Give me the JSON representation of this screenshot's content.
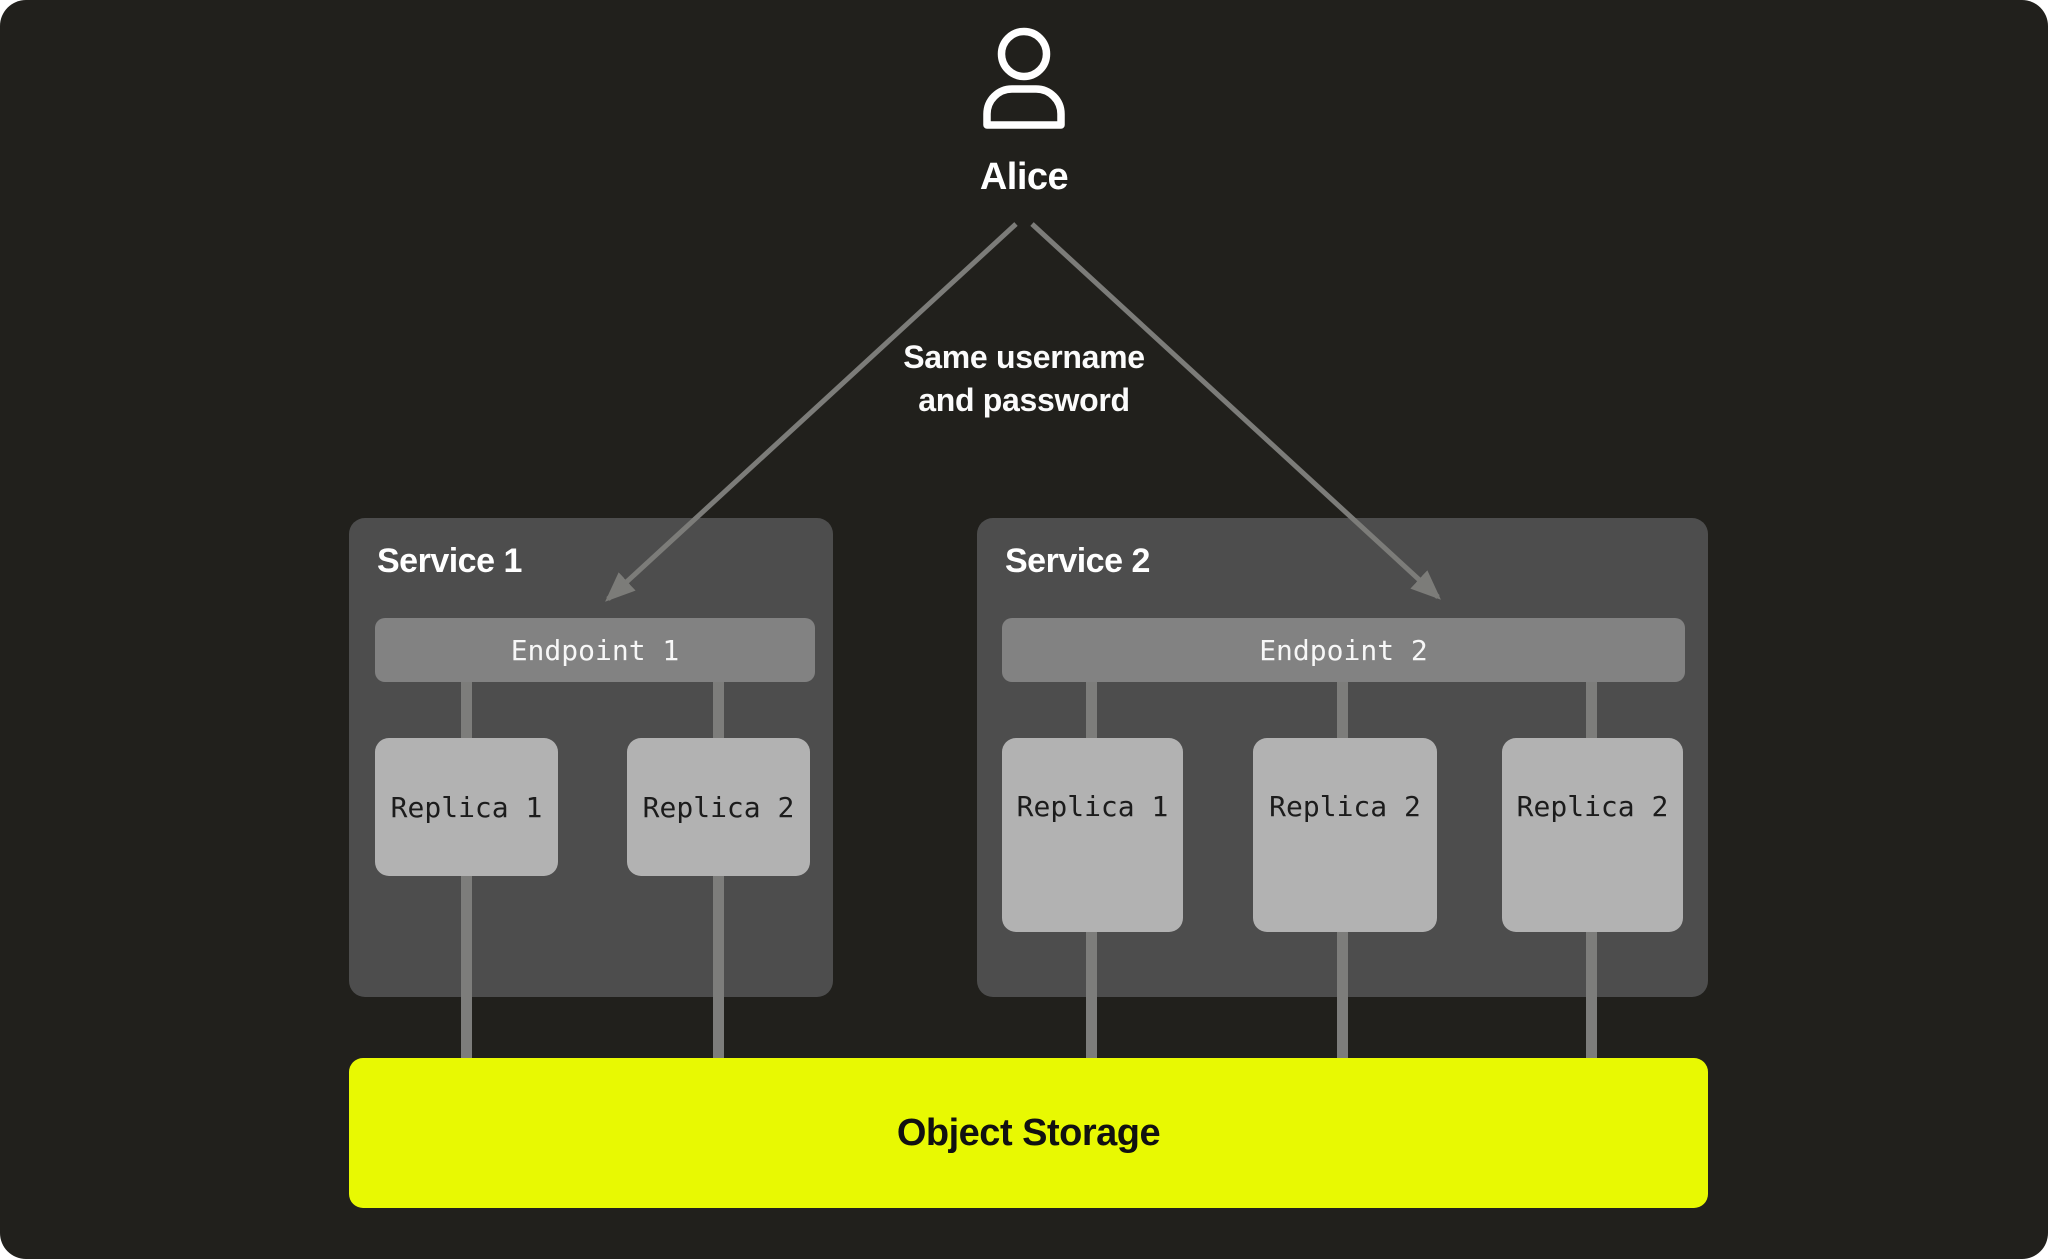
{
  "user": {
    "name": "Alice",
    "icon": "person-icon"
  },
  "connection_label": {
    "line1": "Same username",
    "line2": "and password"
  },
  "services": [
    {
      "title": "Service 1",
      "endpoint": "Endpoint 1",
      "replicas": [
        "Replica 1",
        "Replica 2"
      ]
    },
    {
      "title": "Service 2",
      "endpoint": "Endpoint 2",
      "replicas": [
        "Replica 1",
        "Replica 2",
        "Replica 2"
      ]
    }
  ],
  "storage": {
    "label": "Object Storage"
  },
  "colors": {
    "page_background": "#ffffff",
    "canvas_background": "#21201c",
    "service_box": "#4d4d4d",
    "endpoint_bar": "#828282",
    "replica_box": "#b2b2b2",
    "connector_line": "#7d7d7b",
    "arrow_line": "#7c7c79",
    "storage_accent": "#e8f902",
    "text_light": "#ffffff",
    "text_dark": "#1c1c1c"
  }
}
